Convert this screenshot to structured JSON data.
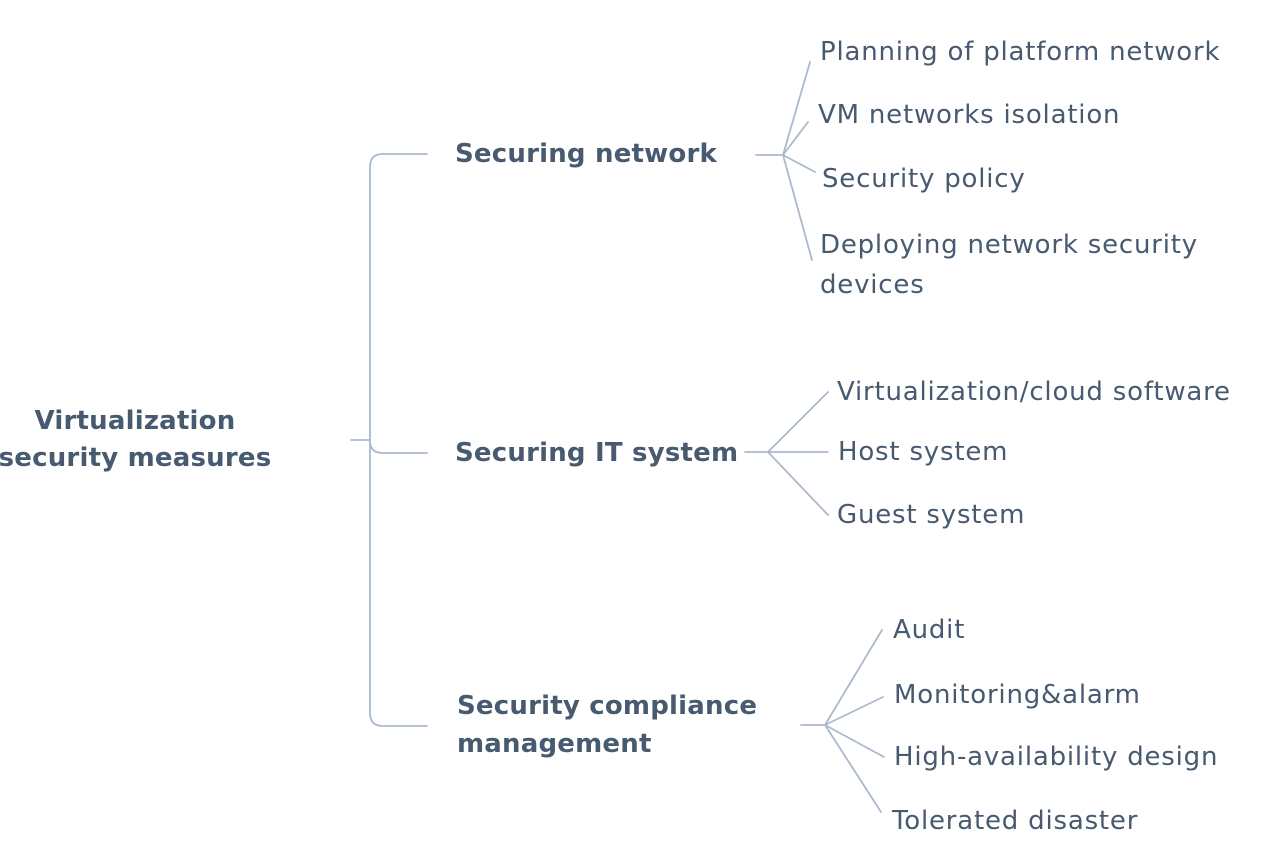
{
  "diagram": {
    "title": "Virtualization security measures mind map",
    "colors": {
      "text": "#475a70",
      "line": "#aab9ce",
      "background": "#ffffff"
    },
    "root": {
      "label": "Virtualization\nsecurity measures"
    },
    "branches": [
      {
        "label": "Securing network",
        "leaves": [
          "Planning of platform network",
          "VM networks isolation",
          "Security policy",
          "Deploying network security\ndevices"
        ]
      },
      {
        "label": "Securing IT system",
        "leaves": [
          "Virtualization/cloud software",
          "Host system",
          "Guest system"
        ]
      },
      {
        "label": "Security compliance\nmanagement",
        "leaves": [
          "Audit",
          "Monitoring&alarm",
          "High-availability design",
          "Tolerated disaster"
        ]
      }
    ]
  }
}
